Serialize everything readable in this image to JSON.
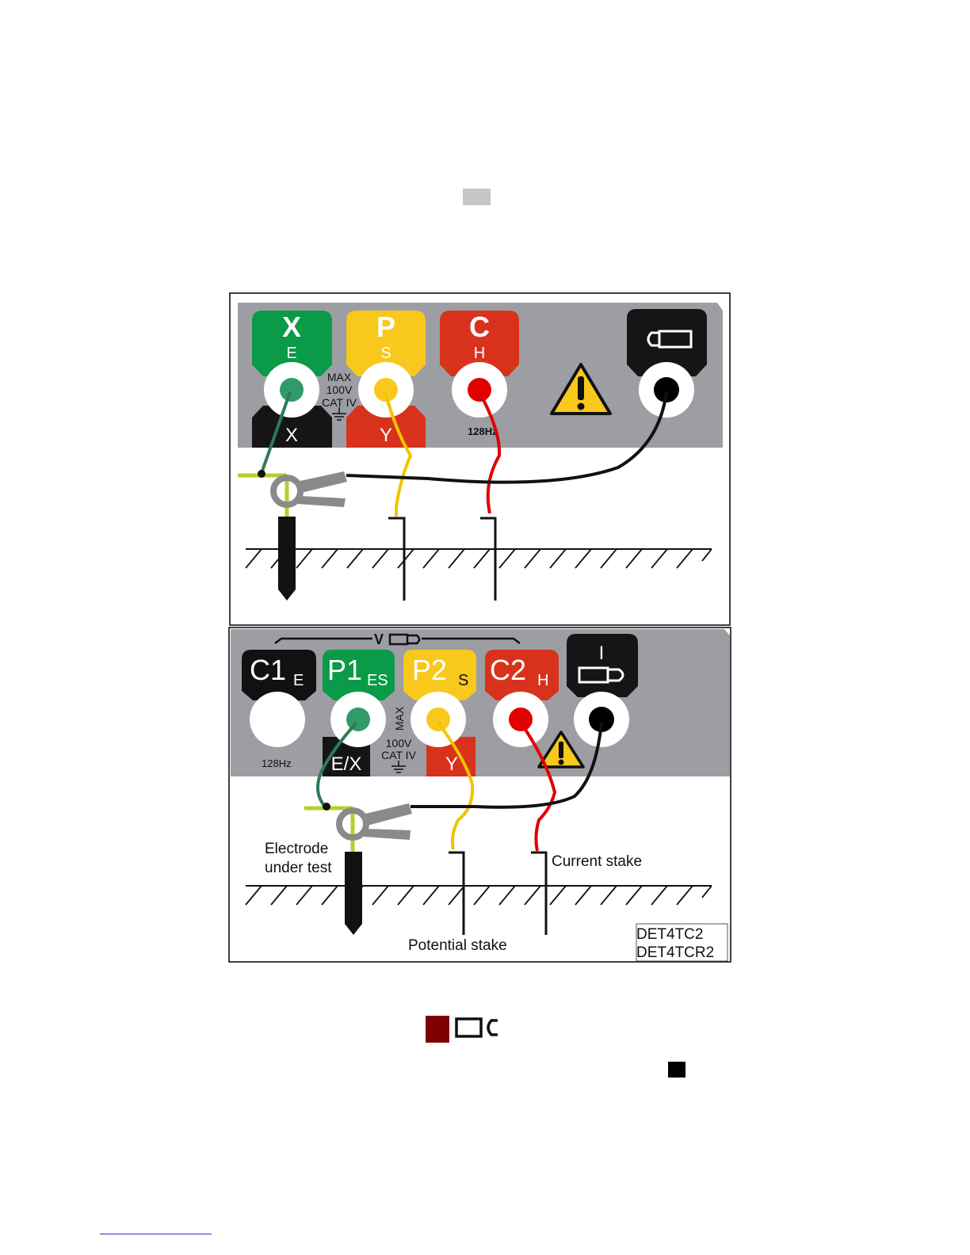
{
  "top_panel": {
    "terminals": [
      {
        "letter": "X",
        "sub": "E",
        "lower": "X",
        "color": "#0a9a48"
      },
      {
        "letter": "P",
        "sub": "S",
        "lower": "Y",
        "color": "#f8c81c"
      },
      {
        "letter": "C",
        "sub": "H",
        "lower": "",
        "color": "#d8321c"
      }
    ],
    "rating_lines": [
      "MAX",
      "100V",
      "CAT IV"
    ],
    "frequency": "128Hz"
  },
  "bottom_panel": {
    "bracket_label": "V",
    "terminals": [
      {
        "letter": "C1",
        "sub": "E",
        "color": "#111111"
      },
      {
        "letter": "P1",
        "sub": "ES",
        "lower": "E/X",
        "color": "#0a9a48"
      },
      {
        "letter": "P2",
        "sub": "S",
        "lower": "Y",
        "color": "#f8c81c"
      },
      {
        "letter": "C2",
        "sub": "H",
        "color": "#d8321c"
      }
    ],
    "clamp_label": "I",
    "rating_max": "MAX",
    "rating_lines": [
      "100V",
      "CAT IV"
    ],
    "frequency": "128Hz",
    "labels": {
      "electrode": [
        "Electrode",
        "under test"
      ],
      "current_stake": "Current stake",
      "potential_stake": "Potential stake"
    },
    "models": [
      "DET4TC2",
      "DET4TCR2"
    ]
  }
}
